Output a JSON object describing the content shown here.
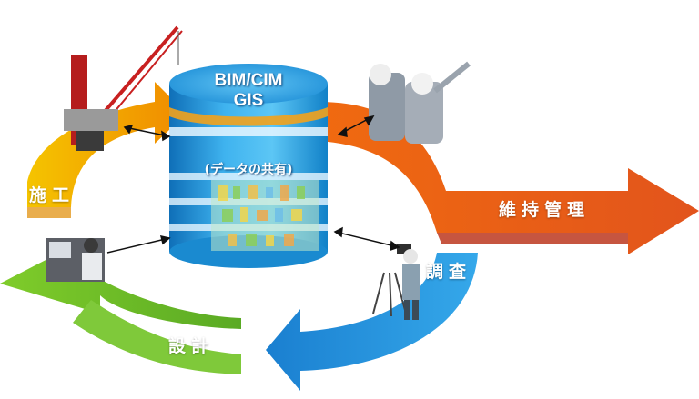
{
  "database": {
    "line1": "BIM/CIM",
    "line2": "GIS",
    "sharing": "(データの共有)"
  },
  "stages": {
    "construction": "施工",
    "maintenance": "維持管理",
    "survey": "調査",
    "design": "設計"
  },
  "colors": {
    "construction": "#f7b500",
    "maintenance": "#e2541c",
    "survey": "#1e8fd6",
    "design": "#6cbf2a",
    "database": "#1a9be0"
  }
}
